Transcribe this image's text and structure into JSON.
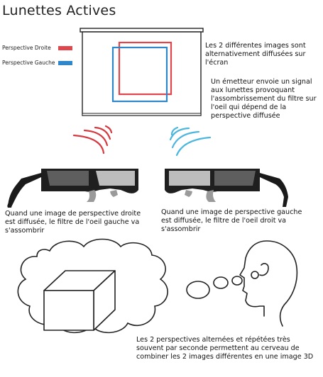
{
  "title": "Lunettes Actives",
  "legend": {
    "items": [
      {
        "label": "Perspective Droite",
        "color": "#e0464b"
      },
      {
        "label": "Perspective Gauche",
        "color": "#2f86c8"
      }
    ]
  },
  "texts": {
    "screen_note": "Les 2 différentes images sont alternativement diffusées sur l'écran",
    "emitter_note": "Un émetteur envoie un signal aux lunettes provoquant l'assombrissement du filtre sur l'oeil qui dépend de la perspective diffusée",
    "left_glasses_note": "Quand une image de perspective droite est diffusée, le filtre de l'oeil gauche va s'assombrir",
    "right_glasses_note": "Quand une image de perspective gauche est diffusée, le filtre de l'oeil droit va s'assombrir",
    "brain_note": "Les 2 perspectives alternées et répétées très souvent par seconde permettent au cerveau de combiner les 2 images différentes en une image 3D"
  }
}
